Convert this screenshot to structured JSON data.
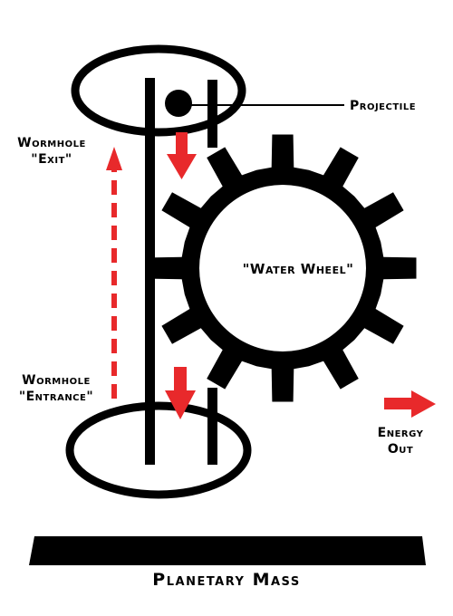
{
  "labels": {
    "projectile": "Projectile",
    "wormhole_exit_line1": "Wormhole",
    "wormhole_exit_line2": "\"Exit\"",
    "wormhole_entrance_line1": "Wormhole",
    "wormhole_entrance_line2": "\"Entrance\"",
    "water_wheel": "\"Water Wheel\"",
    "energy_out_line1": "Energy",
    "energy_out_line2": "Out",
    "planetary_mass": "Planetary Mass"
  },
  "colors": {
    "ink": "#000000",
    "arrow_red": "#e8292b",
    "background": "#ffffff"
  },
  "gear": {
    "teeth": 12
  }
}
